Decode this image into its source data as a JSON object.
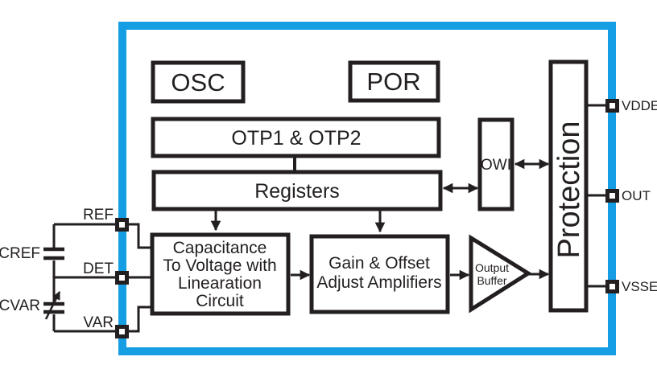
{
  "colors": {
    "border_blue": "#169EE4",
    "ink": "#231F20",
    "block_fill": "#FFFFFF"
  },
  "blocks": {
    "osc": "OSC",
    "por": "POR",
    "otp": "OTP1 & OTP2",
    "registers": "Registers",
    "owi": "OWI",
    "protection": "Protection",
    "cap_to_voltage": {
      "line1": "Capacitance",
      "line2": "To Voltage with",
      "line3": "Linearation",
      "line4": "Circuit"
    },
    "gain_offset": {
      "line1": "Gain & Offset",
      "line2": "Adjust Amplifiers"
    },
    "output_buffer": {
      "line1": "Output",
      "line2": "Buffer"
    }
  },
  "pins": {
    "vdde": "VDDE",
    "out": "OUT",
    "vsse": "VSSE",
    "ref": "REF",
    "det": "DET",
    "var": "VAR"
  },
  "external_components": {
    "cref": "CREF",
    "cvar": "CVAR"
  }
}
